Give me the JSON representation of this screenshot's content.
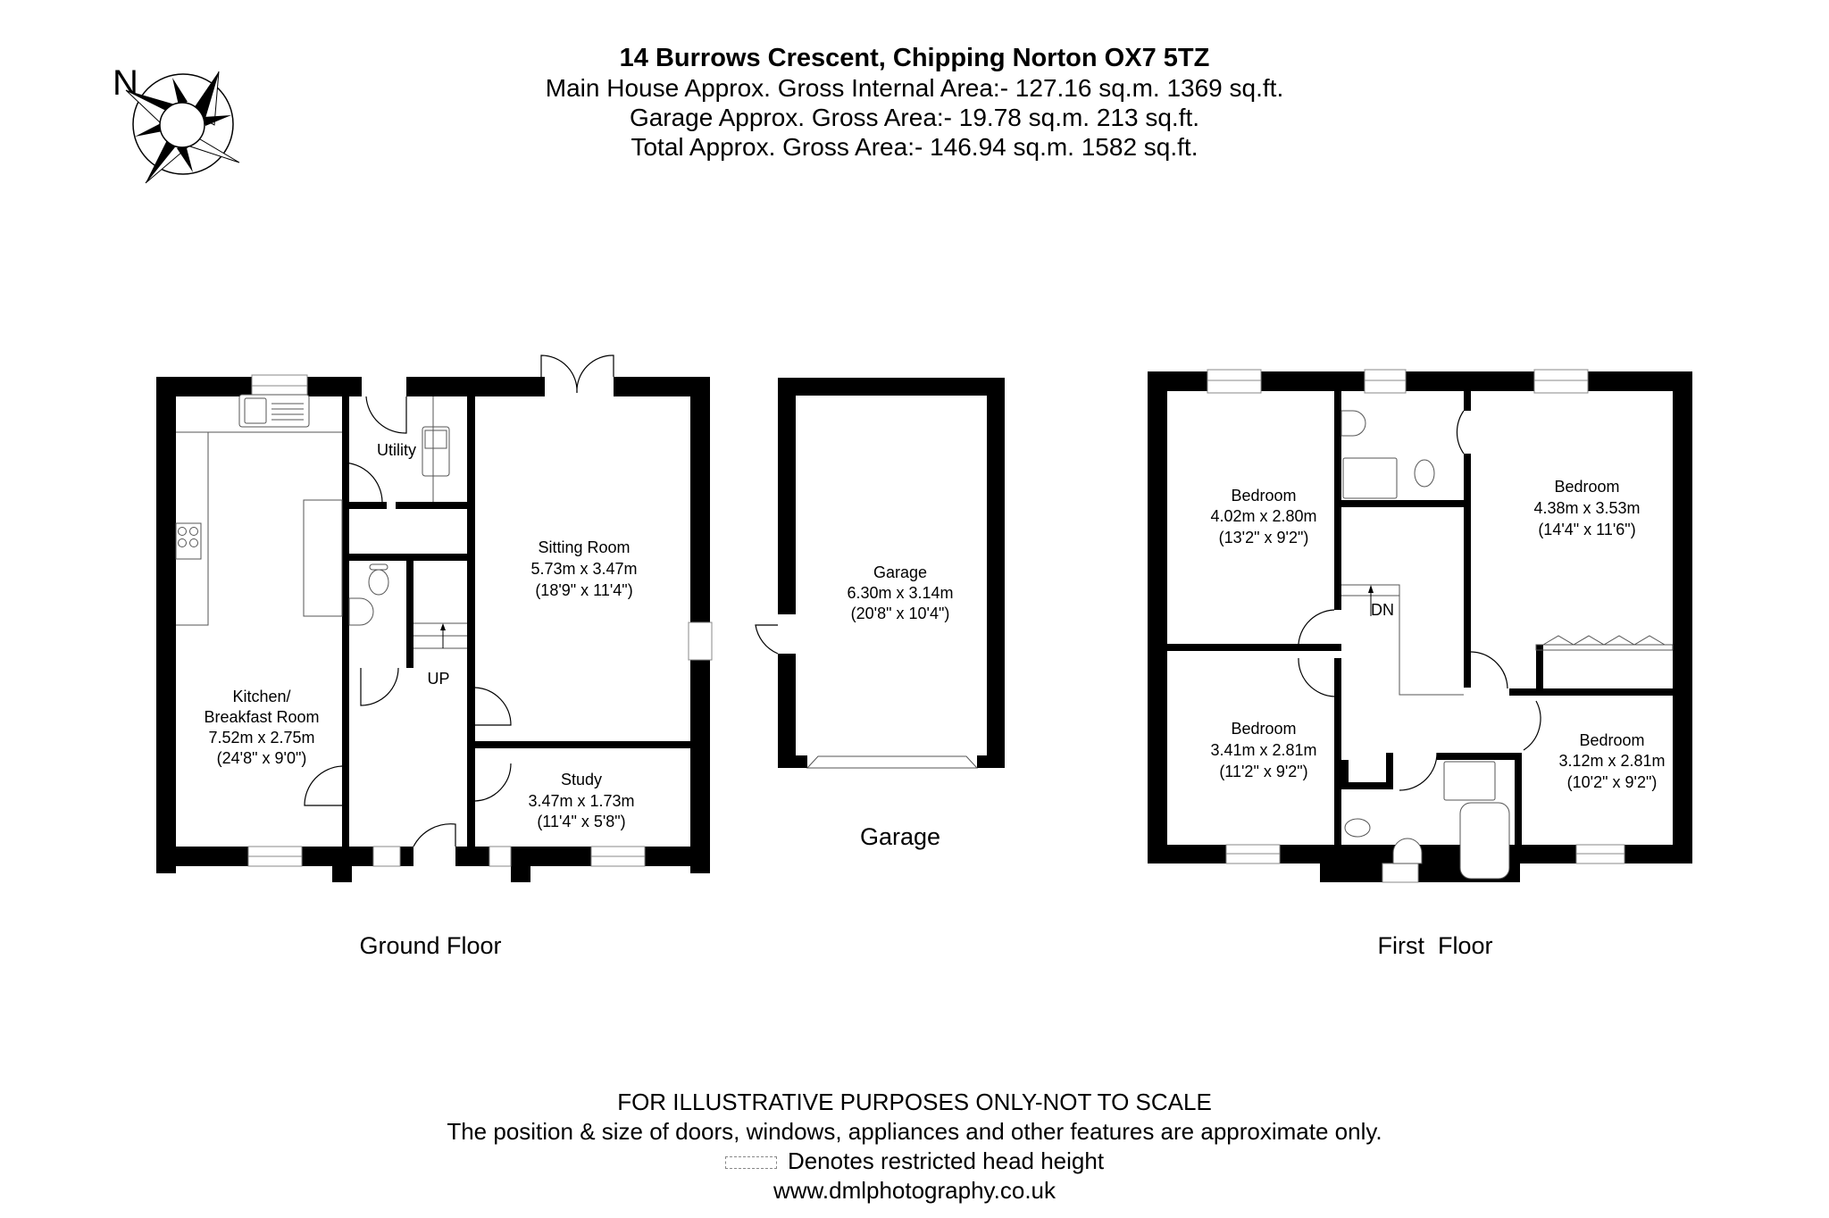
{
  "header": {
    "title": "14 Burrows Crescent, Chipping Norton OX7 5TZ",
    "main_house_area": "Main House Approx. Gross Internal Area:- 127.16 sq.m. 1369 sq.ft.",
    "garage_area": "Garage Approx. Gross Area:- 19.78 sq.m. 213 sq.ft.",
    "total_area": "Total Approx. Gross Area:- 146.94 sq.m. 1582 sq.ft."
  },
  "compass": {
    "label": "N",
    "icon": "compass-rose-icon"
  },
  "ground_floor": {
    "label": "Ground Floor",
    "rooms": {
      "utility": {
        "name": "Utility"
      },
      "sitting_room": {
        "name": "Sitting Room",
        "metric": "5.73m x 3.47m",
        "imperial": "(18'9\" x 11'4\")"
      },
      "kitchen": {
        "name_line1": "Kitchen/",
        "name_line2": "Breakfast Room",
        "metric": "7.52m x 2.75m",
        "imperial": "(24'8\" x 9'0\")"
      },
      "study": {
        "name": "Study",
        "metric": "3.47m x 1.73m",
        "imperial": "(11'4\" x 5'8\")"
      },
      "stairs": {
        "name": "UP"
      }
    }
  },
  "garage": {
    "label": "Garage",
    "room": {
      "name": "Garage",
      "metric": "6.30m x 3.14m",
      "imperial": "(20'8\" x 10'4\")"
    }
  },
  "first_floor": {
    "label": "First  Floor",
    "rooms": {
      "bedroom_1": {
        "name": "Bedroom",
        "metric": "4.02m x 2.80m",
        "imperial": "(13'2\" x 9'2\")"
      },
      "bedroom_2": {
        "name": "Bedroom",
        "metric": "4.38m x 3.53m",
        "imperial": "(14'4\" x 11'6\")"
      },
      "bedroom_3": {
        "name": "Bedroom",
        "metric": "3.41m x 2.81m",
        "imperial": "(11'2\" x 9'2\")"
      },
      "bedroom_4": {
        "name": "Bedroom",
        "metric": "3.12m x 2.81m",
        "imperial": "(10'2\" x 9'2\")"
      },
      "stairs": {
        "name": "DN"
      }
    }
  },
  "footer": {
    "disclaimer": "FOR ILLUSTRATIVE PURPOSES ONLY-NOT TO SCALE",
    "note": "The position & size of doors, windows, appliances and other features are approximate only.",
    "legend": "Denotes restricted head height",
    "website": "www.dmlphotography.co.uk"
  },
  "colors": {
    "wall": "#000000",
    "background": "#ffffff",
    "fixture_line": "#555555"
  }
}
